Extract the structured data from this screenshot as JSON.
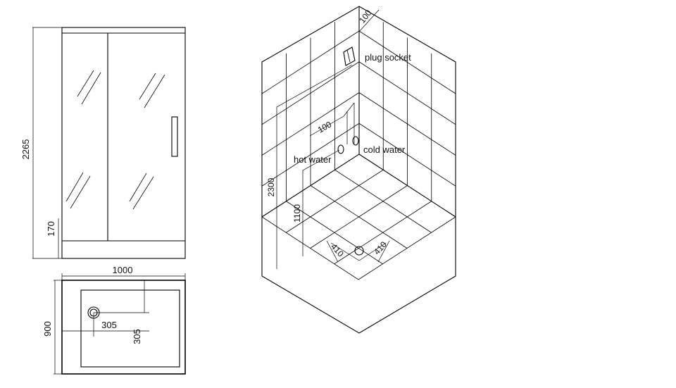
{
  "front_view": {
    "height_label": "2265",
    "base_label": "170",
    "width_label": "1000"
  },
  "plan_view": {
    "depth_label": "900",
    "drain_x_label": "305",
    "drain_y_label": "305"
  },
  "iso_view": {
    "top_label": "100",
    "plug_label": "plug socket",
    "tap_offset_label": "100",
    "cold_label": "cold water",
    "hot_label": "hot water",
    "height_label": "2300",
    "tap_height_label": "1100",
    "floor_left_label": "410",
    "floor_right_label": "410"
  }
}
